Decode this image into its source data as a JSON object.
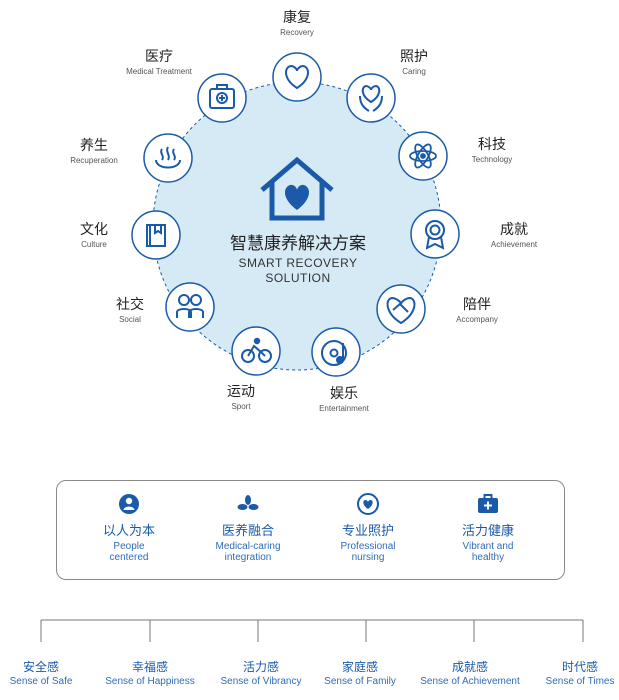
{
  "colors": {
    "accent": "#1a5aa8",
    "circle_fill": "#d6eaf5",
    "icon_stroke": "#1a5aa8"
  },
  "center": {
    "zh": "智慧康养解决方案",
    "en_line1": "SMART RECOVERY",
    "en_line2": "SOLUTION",
    "icon": "house-heart-icon"
  },
  "nodes": [
    {
      "zh": "康复",
      "en": "Recovery",
      "icon": "heart-icon"
    },
    {
      "zh": "照护",
      "en": "Caring",
      "icon": "hands-heart-icon"
    },
    {
      "zh": "科技",
      "en": "Technology",
      "icon": "atom-icon"
    },
    {
      "zh": "成就",
      "en": "Achievement",
      "icon": "medal-icon"
    },
    {
      "zh": "陪伴",
      "en": "Accompany",
      "icon": "handshake-heart-icon"
    },
    {
      "zh": "娱乐",
      "en": "Entertainment",
      "icon": "music-disc-icon"
    },
    {
      "zh": "运动",
      "en": "Sport",
      "icon": "bicycle-icon"
    },
    {
      "zh": "社交",
      "en": "Social",
      "icon": "people-icon"
    },
    {
      "zh": "文化",
      "en": "Culture",
      "icon": "book-icon"
    },
    {
      "zh": "养生",
      "en": "Recuperation",
      "icon": "hot-spring-icon"
    },
    {
      "zh": "医疗",
      "en": "Medical Treatment",
      "icon": "medical-kit-icon"
    }
  ],
  "values": [
    {
      "zh": "以人为本",
      "en1": "People",
      "en2": "centered",
      "icon": "person-icon"
    },
    {
      "zh": "医养融合",
      "en1": "Medical-caring",
      "en2": "integration",
      "icon": "leaves-icon"
    },
    {
      "zh": "专业照护",
      "en1": "Professional",
      "en2": "nursing",
      "icon": "heart-badge-icon"
    },
    {
      "zh": "活力健康",
      "en1": "Vibrant and",
      "en2": "healthy",
      "icon": "medical-case-icon"
    }
  ],
  "senses": [
    {
      "zh": "安全感",
      "en": "Sense of Safe"
    },
    {
      "zh": "幸福感",
      "en": "Sense of Happiness"
    },
    {
      "zh": "活力感",
      "en": "Sense of Vibrancy"
    },
    {
      "zh": "家庭感",
      "en": "Sense of Family"
    },
    {
      "zh": "成就感",
      "en": "Sense of Achievement"
    },
    {
      "zh": "时代感",
      "en": "Sense of Times"
    }
  ]
}
